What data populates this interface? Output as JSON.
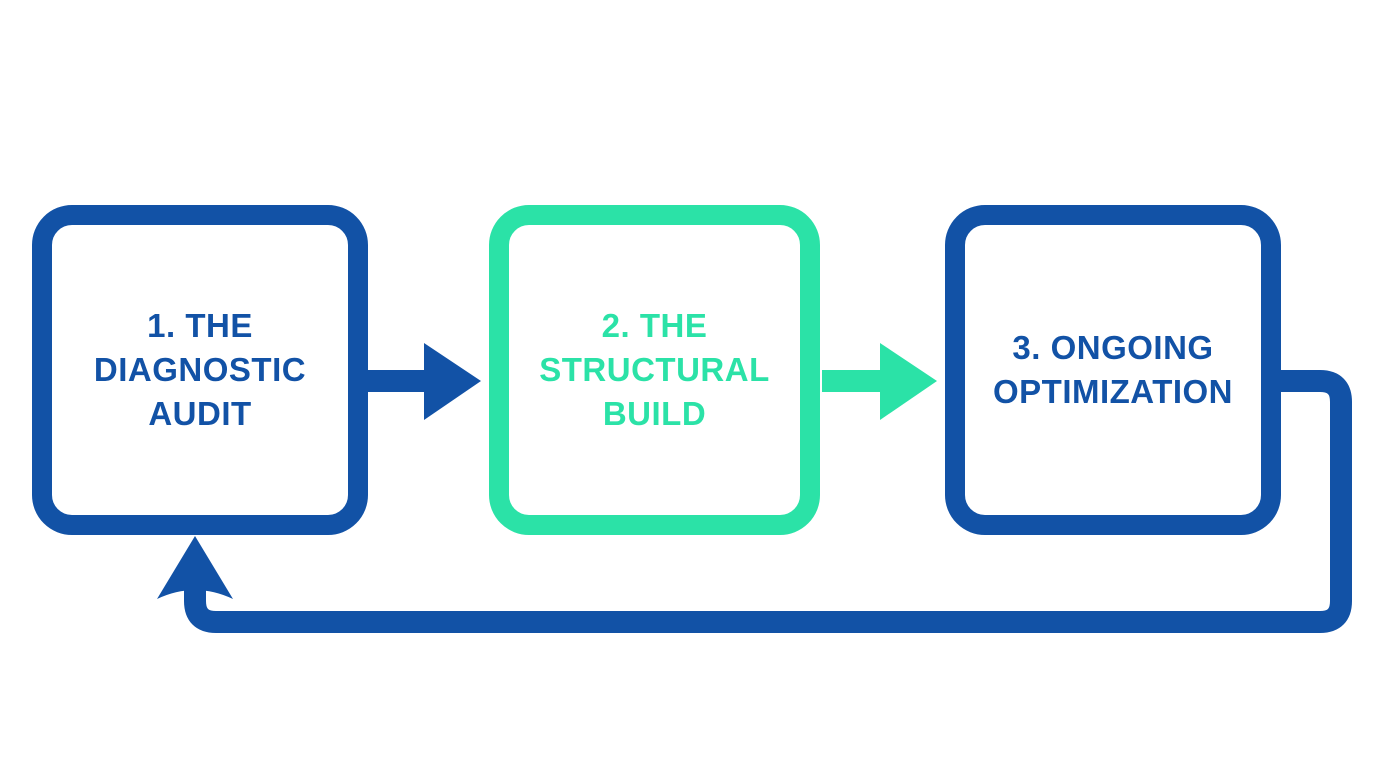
{
  "colors": {
    "blue": "#1252a6",
    "teal": "#2be2a7",
    "background": "#ffffff"
  },
  "steps": [
    {
      "label": "1. THE DIAGNOSTIC AUDIT",
      "lines": [
        "1. THE",
        "DIAGNOSTIC",
        "AUDIT"
      ],
      "accent": "blue"
    },
    {
      "label": "2. THE STRUCTURAL BUILD",
      "lines": [
        "2. THE",
        "STRUCTURAL",
        "BUILD"
      ],
      "accent": "teal"
    },
    {
      "label": "3. ONGOING OPTIMIZATION",
      "lines": [
        "3. ONGOING",
        "OPTIMIZATION"
      ],
      "accent": "blue"
    }
  ],
  "connectors": [
    {
      "from": "step-1",
      "to": "step-2",
      "type": "arrow-right",
      "accent": "blue"
    },
    {
      "from": "step-2",
      "to": "step-3",
      "type": "arrow-right",
      "accent": "teal"
    },
    {
      "from": "step-3",
      "to": "step-1",
      "type": "feedback-loop",
      "accent": "blue"
    }
  ]
}
